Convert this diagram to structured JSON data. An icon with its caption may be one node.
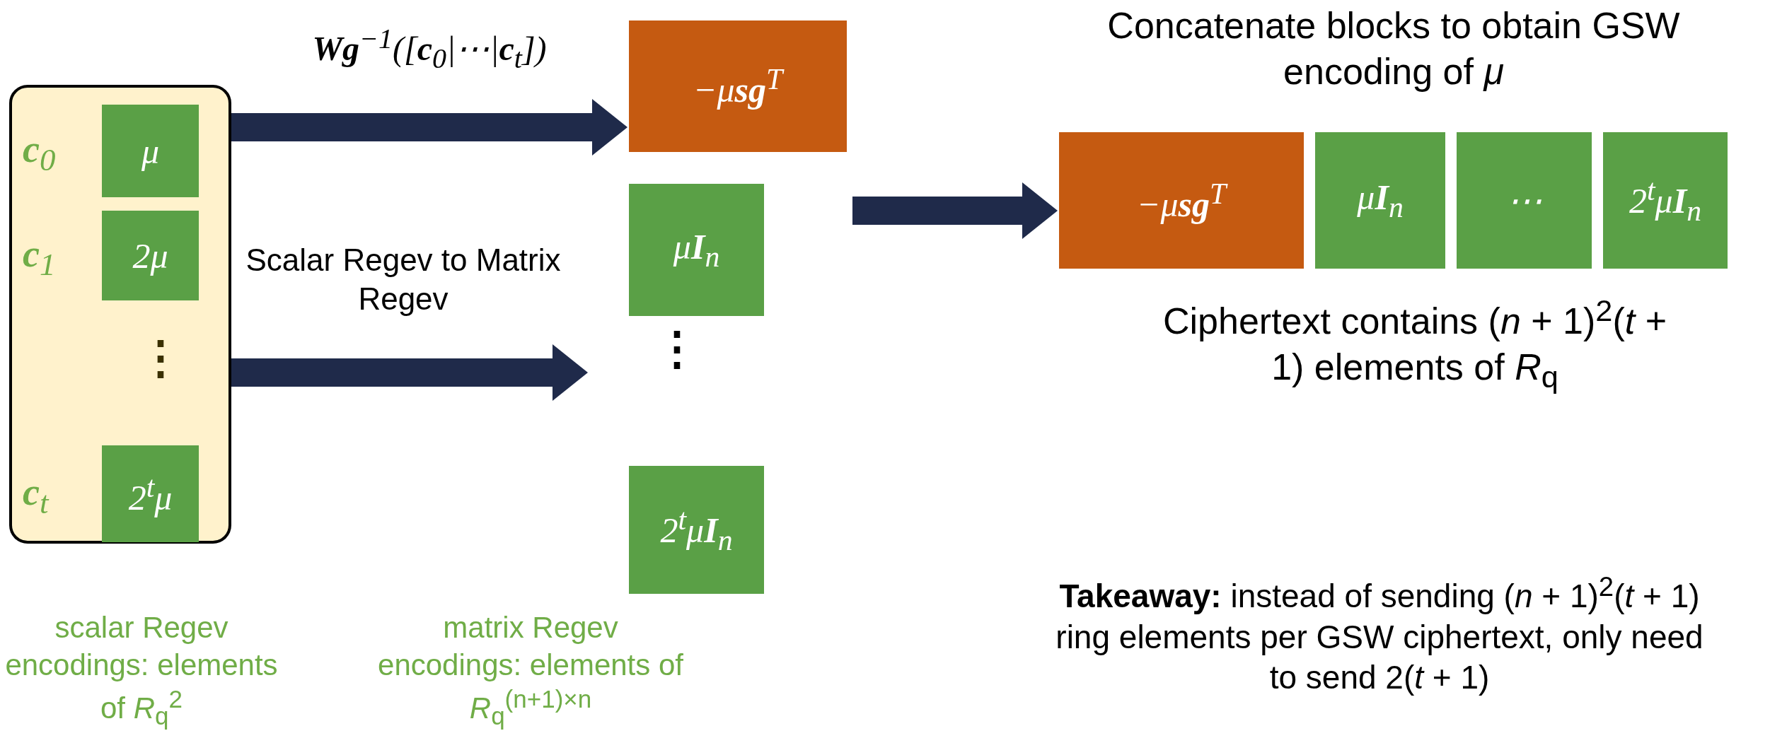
{
  "diagram": {
    "nodes": [
      {
        "text": [],
        "shape": "box"
      },
      {
        "text": [
          "μ"
        ],
        "in": 0,
        "beside": [
          "**c**$_{0}$"
        ]
      },
      {
        "text": [
          "2μ"
        ],
        "in": 0,
        "beside": [
          "**c**$_{1}$"
        ]
      },
      {
        "text": [
          "2$^{t}$μ"
        ],
        "in": 0,
        "beside": [
          "**c**$_{t}$"
        ]
      },
      {
        "text": [
          "−μ**sg**$^{T}$"
        ]
      },
      {
        "text": [
          "μ**I**$_{n}$"
        ]
      },
      {
        "text": [
          "2$^{t}$μ**I**$_{n}$"
        ]
      },
      {
        "text": [
          "−μ**sg**$^{T}$"
        ]
      },
      {
        "text": [
          "μ**I**$_{n}$"
        ]
      },
      {
        "text": [
          "⋯"
        ]
      },
      {
        "text": [
          "2$^{t}$μ**I**$_{n}$"
        ]
      }
    ],
    "edges": [
      {
        "from": 0,
        "to": 4,
        "arrow": "to",
        "label": "**Wg**$^{−1}$([**c**$_{0}$|⋯|**c**$_{t}$])"
      },
      {
        "from": 0,
        "to": 5,
        "arrow": "to"
      },
      {
        "from": null,
        "to": 7,
        "arrow": "to"
      }
    ],
    "labels": [
      "Concatenate blocks to obtain GSW encoding of *μ*",
      "⋮",
      "Scalar Regev to Matrix Regev",
      "⋮",
      "Ciphertext contains (*n* + 1)$^{2}$(*t* + 1) elements of *R*$_{q}$",
      "**Takeaway:** instead of sending (*n* + 1)$^{2}$(*t* + 1) ring elements per GSW ciphertext, only need to send 2(*t* + 1)",
      "scalar Regev encodings: elements of *R*$_{q}$$^{2}$",
      "matrix Regev encodings: elements of *R*$_{q}$$^{(n+1)×n}$"
    ]
  }
}
